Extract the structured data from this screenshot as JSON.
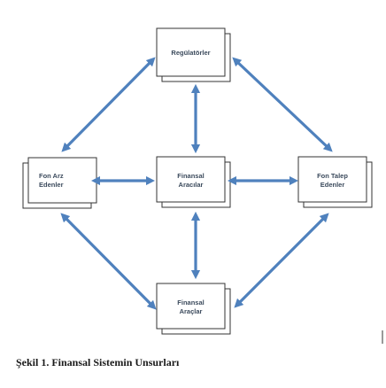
{
  "nodes": {
    "regulators": {
      "line1": "Regülatörler"
    },
    "fund_suppliers": {
      "line1": "Fon Arz",
      "line2": "Edenler"
    },
    "financial_intermediaries": {
      "line1": "Finansal",
      "line2": "Aracılar"
    },
    "fund_demanders": {
      "line1": "Fon Talep",
      "line2": "Edenler"
    },
    "financial_instruments": {
      "line1": "Finansal",
      "line2": "Araçlar"
    }
  },
  "caption": "Şekil 1. Finansal Sistemin Unsurları",
  "colors": {
    "arrow": "#4f81bd",
    "box_border": "#333333",
    "text": "#3b4a5c"
  }
}
